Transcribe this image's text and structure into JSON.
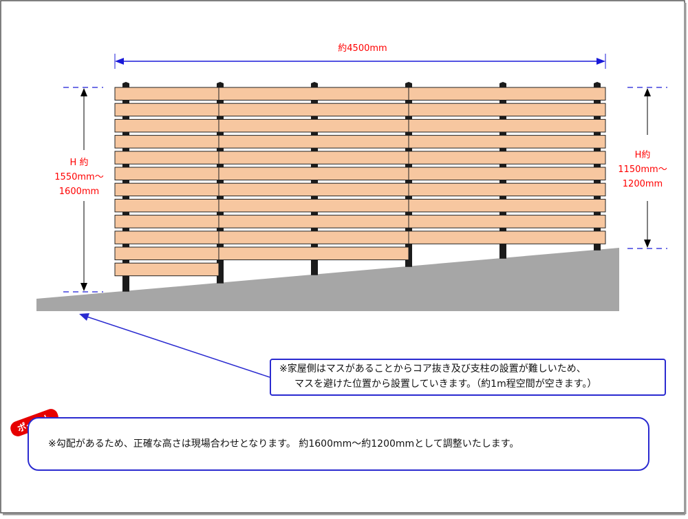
{
  "dimensions": {
    "width_label": "約4500mm",
    "left_height_label": [
      "H 約",
      "1550mm～",
      "1600mm"
    ],
    "right_height_label": [
      "H約",
      "1150mm～",
      "1200mm"
    ]
  },
  "notes": {
    "house_side_line1": "※家屋側はマスがあることからコア抜き及び支柱の設置が難しいため、",
    "house_side_line2": "マスを避けた位置から設置していきます。（約1m程空間が空きます。）"
  },
  "point": {
    "badge": "ポイント",
    "text": "※勾配があるため、正確な高さは現場合わせとなります。 約1600mm～約1200mmとして調整いたします。"
  },
  "colors": {
    "board_fill": "#f7c7a0",
    "board_stroke": "#222222",
    "post": "#1b1b1b",
    "ground": "#a6a6a6",
    "dimension_line": "#1a1ad8",
    "label_red": "#ff0000",
    "badge_red": "#e60000"
  }
}
